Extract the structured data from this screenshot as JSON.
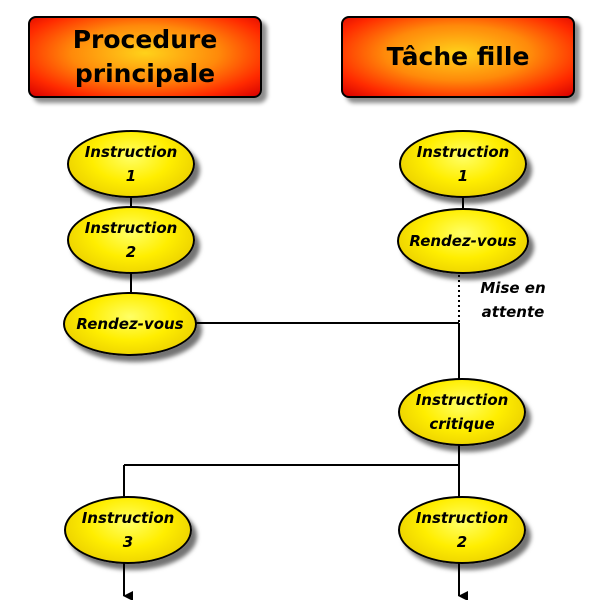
{
  "lanes": {
    "main": {
      "title": "Procedure\nprincipale"
    },
    "child": {
      "title": "Tâche fille"
    }
  },
  "nodes": {
    "main_instruction_1": "Instruction\n1",
    "main_instruction_2": "Instruction\n2",
    "main_rendezvous": "Rendez-vous",
    "main_instruction_3": "Instruction\n3",
    "child_instruction_1": "Instruction\n1",
    "child_rendezvous": "Rendez-vous",
    "critical_instruction": "Instruction\ncritique",
    "child_instruction_2": "Instruction\n2"
  },
  "annotations": {
    "waiting": "Mise en\nattente"
  },
  "colors": {
    "header_gradient": [
      "#ffd21a",
      "#ff8a0a",
      "#d60000"
    ],
    "node_fill": "#ffee00",
    "line": "#000000"
  }
}
